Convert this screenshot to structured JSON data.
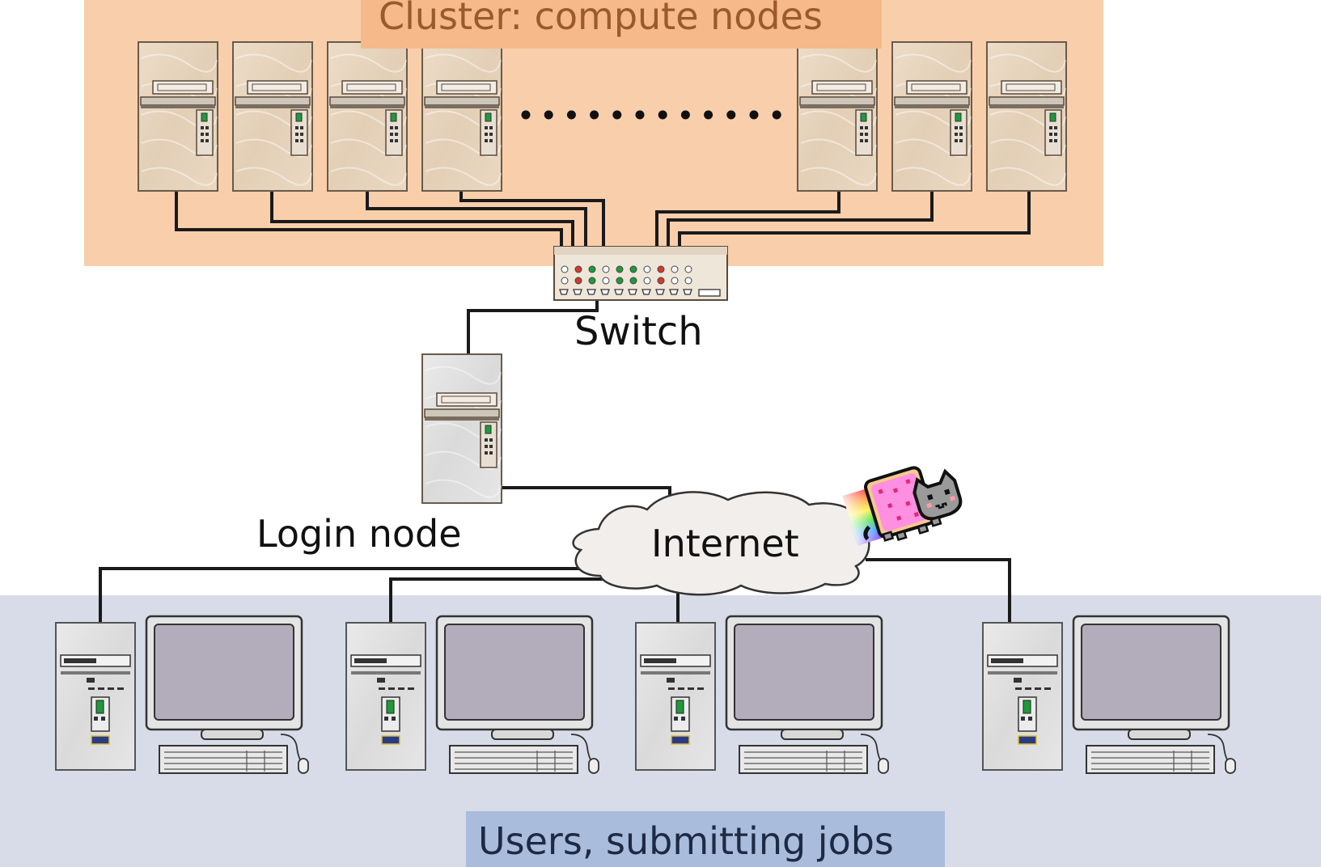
{
  "labels": {
    "cluster": "Cluster: compute nodes",
    "switch": "Switch",
    "login": "Login node",
    "internet": "Internet",
    "users": "Users, submitting jobs"
  },
  "colors": {
    "cluster_bg": "#f9cfab",
    "cluster_title_bg": "#f5b98a",
    "cluster_title_text": "#9a5a2a",
    "users_bg": "#d7dce8",
    "users_title_bg": "#a9bcdb",
    "users_title_text": "#1e2a44",
    "wire": "#1a1a1a",
    "monitor_screen": "#b3acba",
    "led_red": "#d23a2a",
    "led_green": "#1f9a3a"
  },
  "icons": {
    "compute_node": "tower-server-icon",
    "switch": "network-switch-icon",
    "login_node": "tower-server-icon",
    "internet": "cloud-icon",
    "mascot": "nyan-cat-icon",
    "workstation": "desktop-workstation-icon"
  }
}
